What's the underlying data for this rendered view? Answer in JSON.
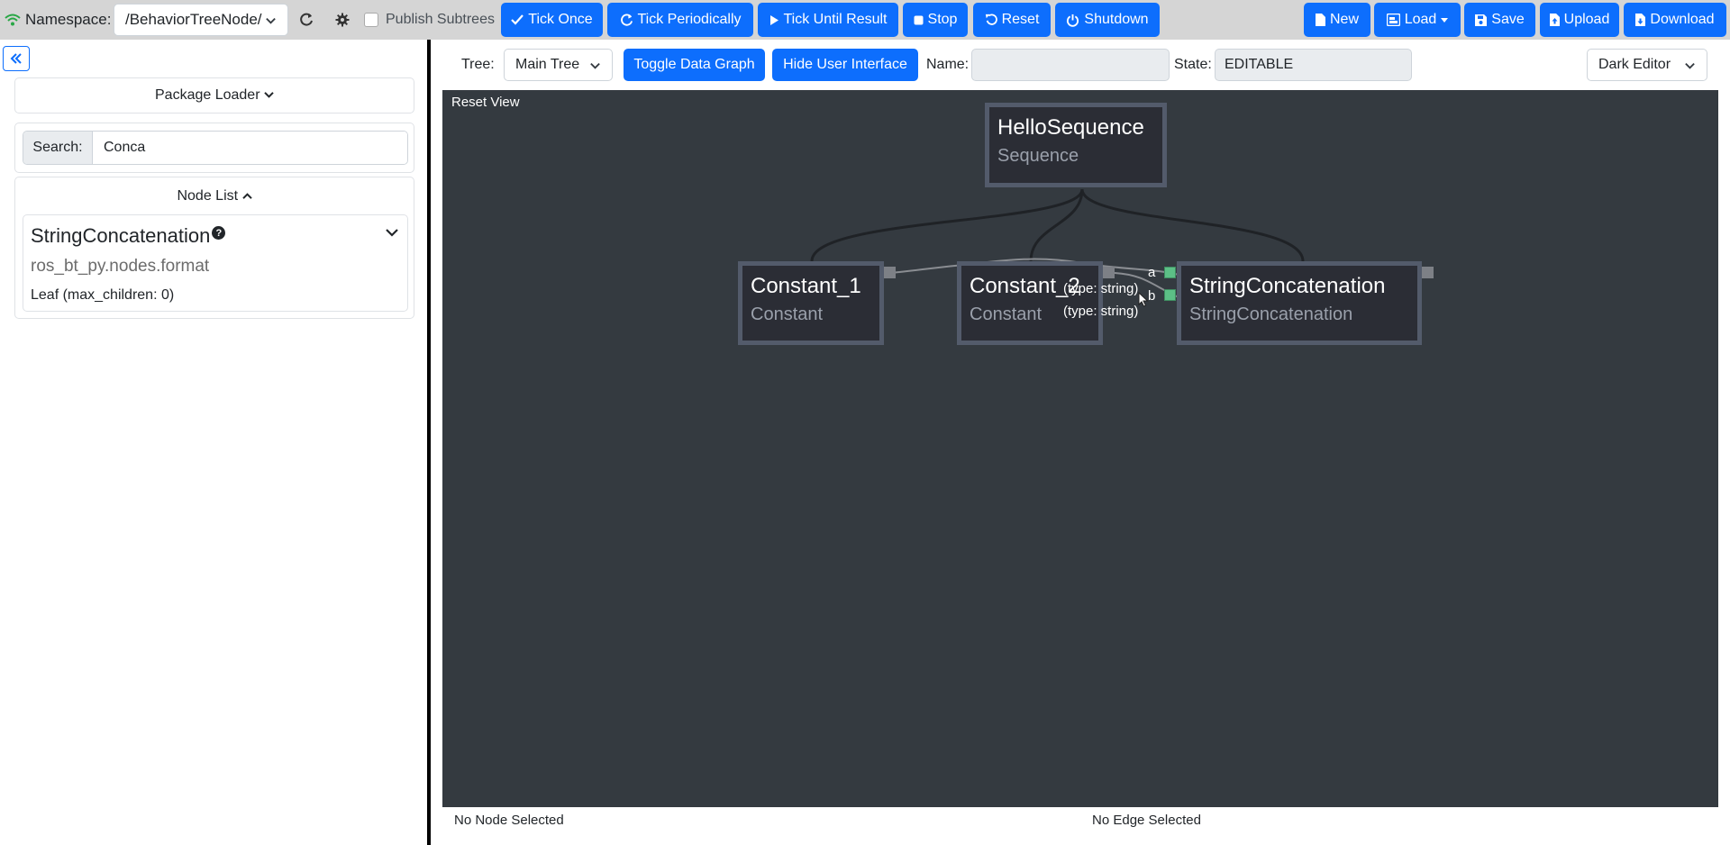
{
  "topbar": {
    "namespace_label": "Namespace:",
    "namespace_value": "/BehaviorTreeNode/",
    "publish_subtrees_label": "Publish Subtrees",
    "buttons": {
      "tick_once": "Tick Once",
      "tick_periodically": "Tick Periodically",
      "tick_until_result": "Tick Until Result",
      "stop": "Stop",
      "reset": "Reset",
      "shutdown": "Shutdown",
      "new": "New",
      "load": "Load",
      "save": "Save",
      "upload": "Upload",
      "download": "Download"
    },
    "colors": {
      "primary": "#0d6efd",
      "bar_bg": "#d5d5d5",
      "wifi_green": "#28a745"
    }
  },
  "left_panel": {
    "package_loader_label": "Package Loader",
    "search_label": "Search:",
    "search_value": "Conca",
    "node_list_label": "Node List",
    "node_item": {
      "title": "StringConcatenation",
      "help_symbol": "?",
      "module": "ros_bt_py.nodes.format",
      "info": "Leaf (max_children: 0)"
    }
  },
  "editor": {
    "tree_label": "Tree:",
    "tree_value": "Main Tree",
    "toggle_data_graph": "Toggle Data Graph",
    "hide_user_interface": "Hide User Interface",
    "name_label": "Name:",
    "name_value": "",
    "state_label": "State:",
    "state_value": "EDITABLE",
    "theme_value": "Dark Editor",
    "reset_view": "Reset View",
    "status_node": "No Node Selected",
    "status_edge": "No Edge Selected"
  },
  "graph": {
    "nodes": {
      "root": {
        "name": "HelloSequence",
        "type": "Sequence"
      },
      "c1": {
        "name": "Constant_1",
        "type": "Constant"
      },
      "c2": {
        "name": "Constant_2",
        "type": "Constant"
      },
      "sc": {
        "name": "StringConcatenation",
        "type": "StringConcatenation"
      }
    },
    "ports": {
      "a_label": "a",
      "a_type": "(type: string)",
      "b_label": "b",
      "b_type": "(type: string)"
    },
    "colors": {
      "canvas_bg": "#343a40",
      "node_bg": "#2b2d35",
      "node_border": "#535b6b",
      "edge": "#1f2226",
      "data_edge": "#8a8d92"
    }
  }
}
